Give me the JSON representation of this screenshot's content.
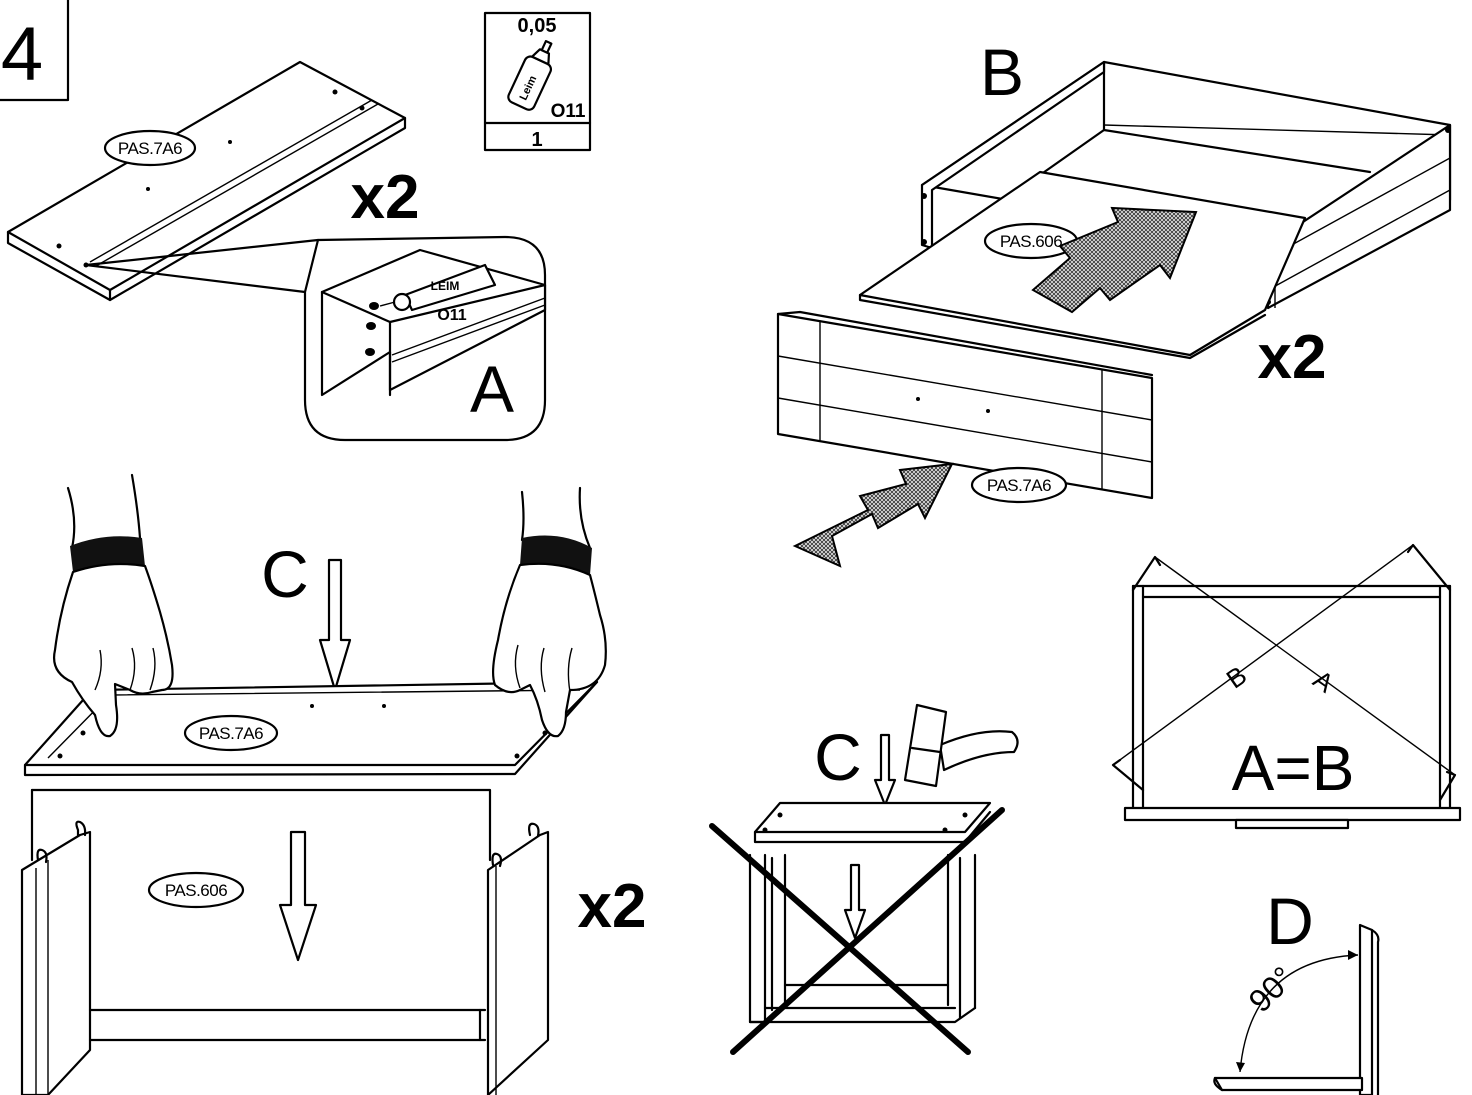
{
  "step": {
    "number": "4"
  },
  "glue_box": {
    "amount": "0,05",
    "bottle_text": "Leim",
    "code": "O11",
    "quantity": "1"
  },
  "panel_a": {
    "part_label": "PAS.7A6",
    "multiplier": "x2",
    "tube_text": "LEIM",
    "tube_code": "O11",
    "detail_letter": "A"
  },
  "panel_b": {
    "letter": "B",
    "bottom_label": "PAS.606",
    "front_label": "PAS.7A6",
    "multiplier": "x2"
  },
  "panel_c": {
    "letter": "C",
    "part_label": "PAS.7A6",
    "bottom_label": "PAS.606",
    "multiplier": "x2"
  },
  "panel_c_wrong": {
    "letter": "C"
  },
  "square_check": {
    "diag_b": "B",
    "diag_a": "A",
    "equation": "A=B"
  },
  "panel_d": {
    "letter": "D",
    "angle": "90°"
  },
  "colors": {
    "line": "#000000",
    "background": "#ffffff",
    "hatch": "#555555"
  }
}
